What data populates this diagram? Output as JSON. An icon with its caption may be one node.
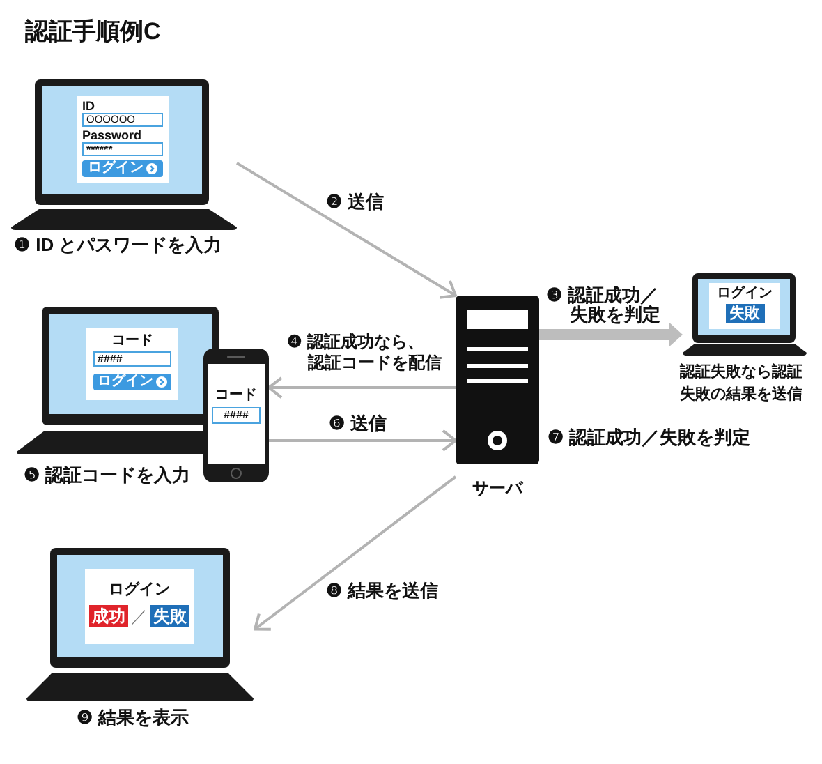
{
  "diagram": {
    "title": "認証手順例C",
    "nodes": [
      {
        "text": [
          "ID",
          "OOOOOO",
          "Password",
          "******",
          "ログイン"
        ],
        "beside": [
          "❶ ID とパスワードを入力"
        ]
      },
      {
        "text": [
          "コード",
          "####",
          "ログイン"
        ],
        "beside": [
          "❺ 認証コードを入力"
        ]
      },
      {
        "text": [
          "コード",
          "####"
        ]
      },
      {
        "text": [
          "サーバ"
        ],
        "beside": [
          "❼ 認証成功／失敗を判定"
        ]
      },
      {
        "text": [
          "ログイン",
          "失敗"
        ],
        "beside": [
          "認証失敗なら認証失敗の結果を送信"
        ]
      },
      {
        "text": [
          "ログイン",
          "成功",
          "／",
          "失敗"
        ],
        "beside": [
          "❾ 結果を表示"
        ]
      }
    ],
    "edges": [
      {
        "from": 0,
        "to": 3,
        "arrow": "to",
        "label": "❷ 送信"
      },
      {
        "from": 3,
        "to": 4,
        "arrow": "to",
        "label": "❸ 認証成功／失敗を判定",
        "style": "thick"
      },
      {
        "from": 3,
        "to": 2,
        "arrow": "to",
        "label": "❹ 認証成功なら、認証コードを配信"
      },
      {
        "from": 2,
        "to": 3,
        "arrow": "to",
        "label": "❻ 送信"
      },
      {
        "from": 3,
        "to": 5,
        "arrow": "to",
        "label": "❽ 結果を送信"
      }
    ]
  }
}
